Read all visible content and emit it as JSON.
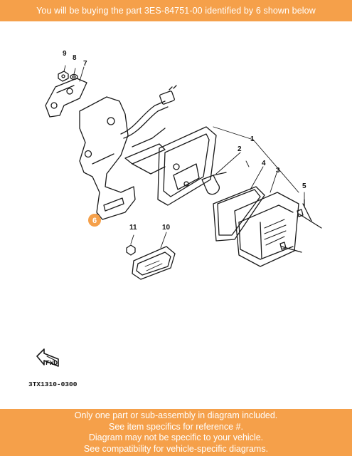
{
  "banner": {
    "top_text": "You will be buying the part 3ES-84751-00 identified by 6 shown below",
    "bottom_lines": [
      "Only one part or sub-assembly in diagram included.",
      "See item specifics for reference #.",
      "Diagram may not be specific to your vehicle.",
      "See compatibility for vehicle-specific diagrams."
    ]
  },
  "diagram": {
    "code": "3TX1310-0300",
    "highlighted_ref": "6",
    "highlight_color": "#f5a04a",
    "banner_color": "#f5a04a",
    "callouts": [
      "1",
      "2",
      "3",
      "4",
      "5",
      "7",
      "8",
      "9",
      "10",
      "11"
    ],
    "arrow_label": "FWD"
  }
}
